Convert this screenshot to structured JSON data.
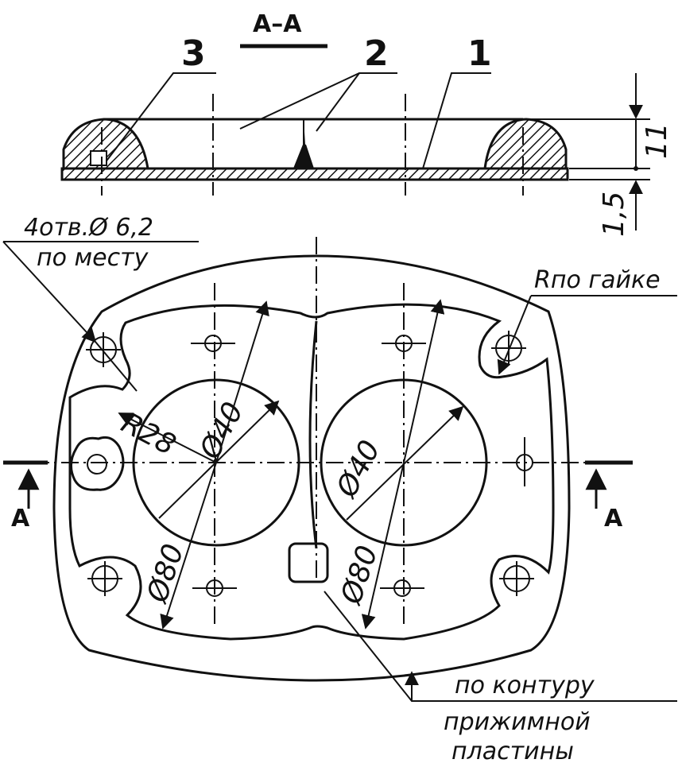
{
  "section": {
    "title": "A–A",
    "part_numbers": [
      "3",
      "2",
      "1"
    ],
    "dim_thickness": "11",
    "dim_plate": "1,5"
  },
  "plan": {
    "holes_note_line1": "4отв.Ø 6,2",
    "holes_note_line2": "по месту",
    "nut_radius_note": "Rпо гайке",
    "radius_label": "R28",
    "dia40_left": "Ø40",
    "dia40_right": "Ø40",
    "dia80_left": "Ø80",
    "dia80_right": "Ø80",
    "section_mark": "A",
    "contour_note": [
      "по контуру",
      "прижимной",
      "пластины"
    ]
  }
}
